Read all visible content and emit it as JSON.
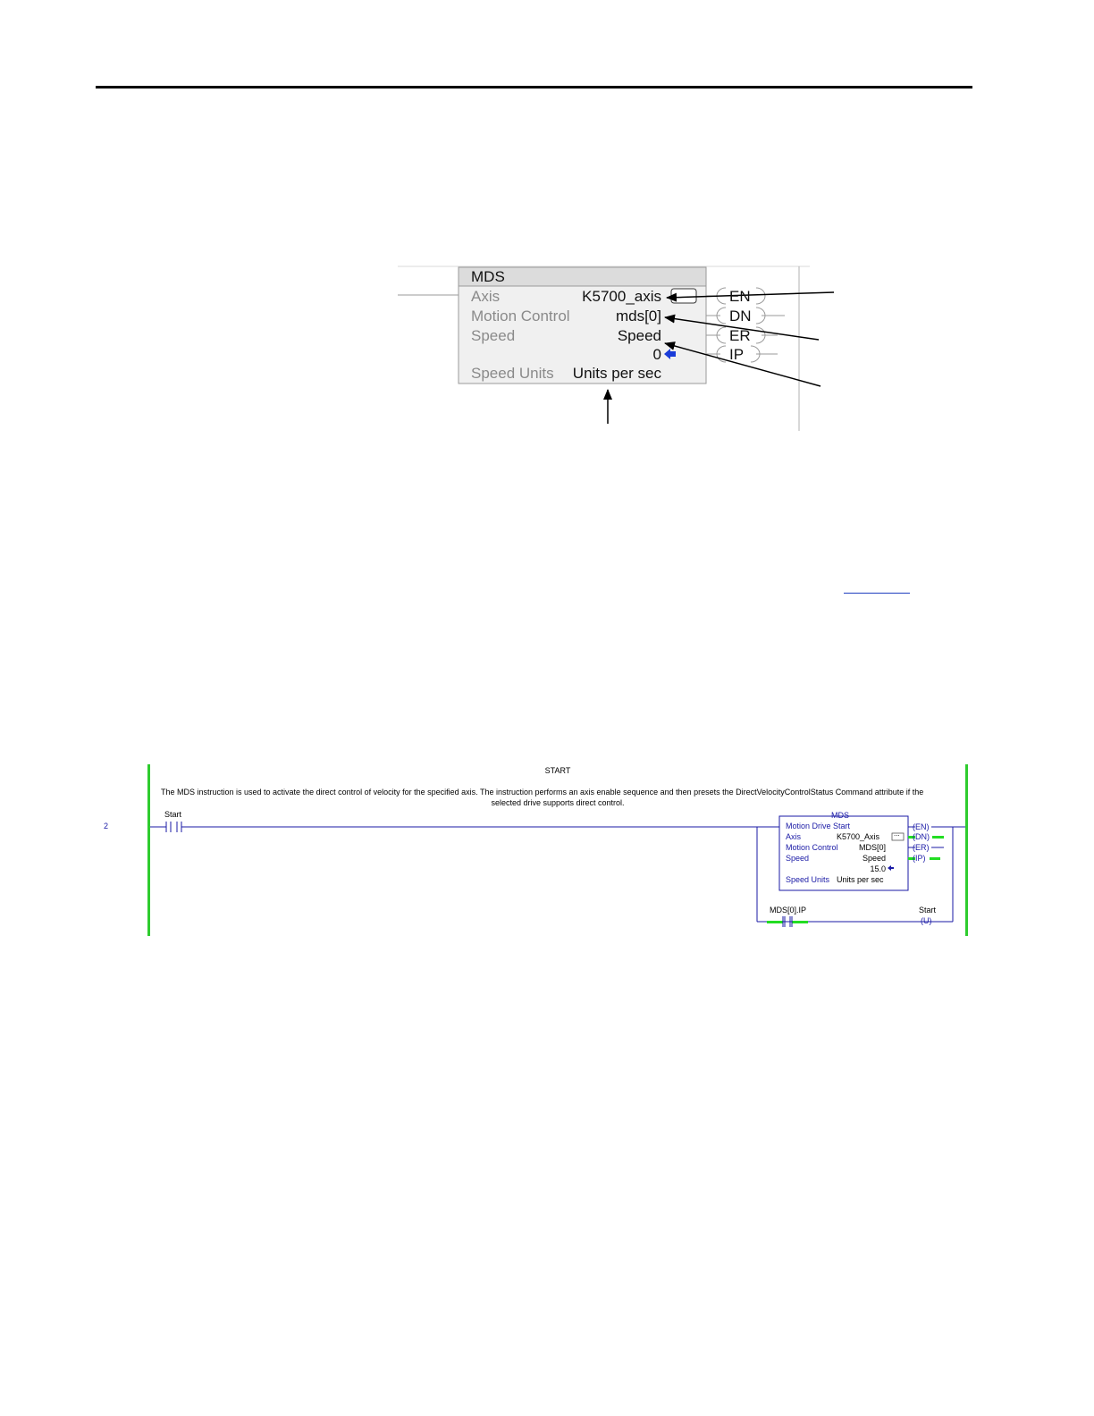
{
  "figure1": {
    "title": "MDS",
    "rows": [
      {
        "label": "Axis",
        "value": "K5700_axis"
      },
      {
        "label": "Motion Control",
        "value": "mds[0]"
      },
      {
        "label": "Speed",
        "value": "Speed"
      },
      {
        "label": "",
        "value": "0"
      },
      {
        "label": "Speed Units",
        "value": "Units per sec"
      }
    ],
    "outputs": [
      "EN",
      "DN",
      "ER",
      "IP"
    ],
    "colors": {
      "box_fill": "#f0f0f0",
      "header_fill": "#dcdcdc",
      "arrow_blue": "#1a3cd8"
    }
  },
  "figure2": {
    "rung_number": "2",
    "comment_title": "START",
    "comment_text_line1": "The MDS instruction is used to activate the direct control of velocity for the specified axis. The instruction performs an axis enable sequence and then presets the DirectVelocityControlStatus Command attribute if the",
    "comment_text_line2": "selected drive supports direct control.",
    "start_contact_label": "Start",
    "instruction": {
      "mnemonic": "MDS",
      "name": "Motion Drive Start",
      "rows": [
        {
          "label": "Axis",
          "value": "K5700_Axis"
        },
        {
          "label": "Motion Control",
          "value": "MDS[0]"
        },
        {
          "label": "Speed",
          "value": "Speed"
        },
        {
          "label": "",
          "value": "15.0"
        },
        {
          "label": "Speed Units",
          "value": "Units per sec"
        }
      ],
      "browse_button": "...",
      "outputs": [
        "EN",
        "DN",
        "ER",
        "IP"
      ]
    },
    "branch_contact_label": "MDS[0].IP",
    "coil_label": "Start",
    "coil_type": "U",
    "colors": {
      "rail": "#2ecc2e",
      "wire": "#1a1aa6",
      "energized": "#22dd22"
    }
  }
}
